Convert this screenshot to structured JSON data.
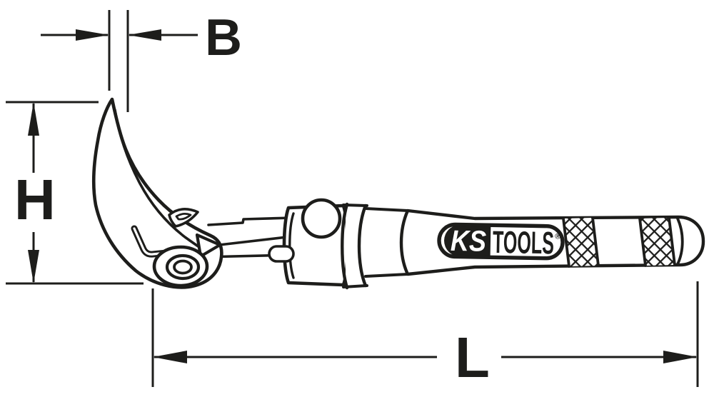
{
  "drawing": {
    "kind": "product-dimension-diagram",
    "background": "#ffffff",
    "line_color": "#1d1d1b",
    "labels": {
      "width": "B",
      "height": "H",
      "length": "L"
    },
    "logo": {
      "ks": "KS",
      "tools": "TOOLS",
      "registered": "®"
    }
  }
}
